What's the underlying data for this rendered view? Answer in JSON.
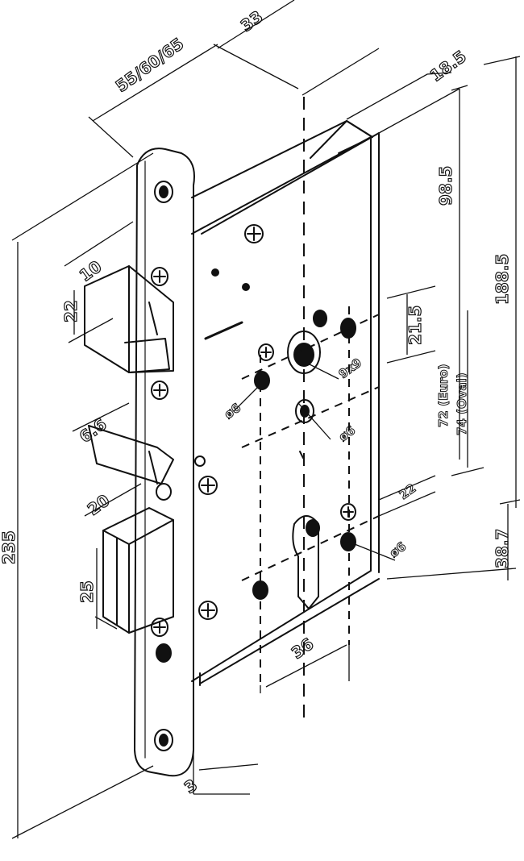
{
  "diagram": {
    "dimensions": {
      "backset": "55/60/65",
      "center_distance": "33",
      "forend_offset": "18.5",
      "top_to_follower": "98.5",
      "overall_height": "188.5",
      "latch_width": "10",
      "latch_height": "22",
      "latch_to_follower": "21.5",
      "screw_diameter": "ø6",
      "follower_square": "9x9",
      "deadbolt_projection": "20",
      "deadbolt_height": "25",
      "deadbolt_throw": "6.6",
      "euro_centers": "72 (Euro)",
      "oval_centers": "74 (Oval)",
      "lower_screw_spacing": "22",
      "lower_screw_diameter": "ø6",
      "bottom_to_cylinder": "38.7",
      "cylinder_width": "36",
      "forend_thickness": "3",
      "forend_length": "235"
    }
  }
}
